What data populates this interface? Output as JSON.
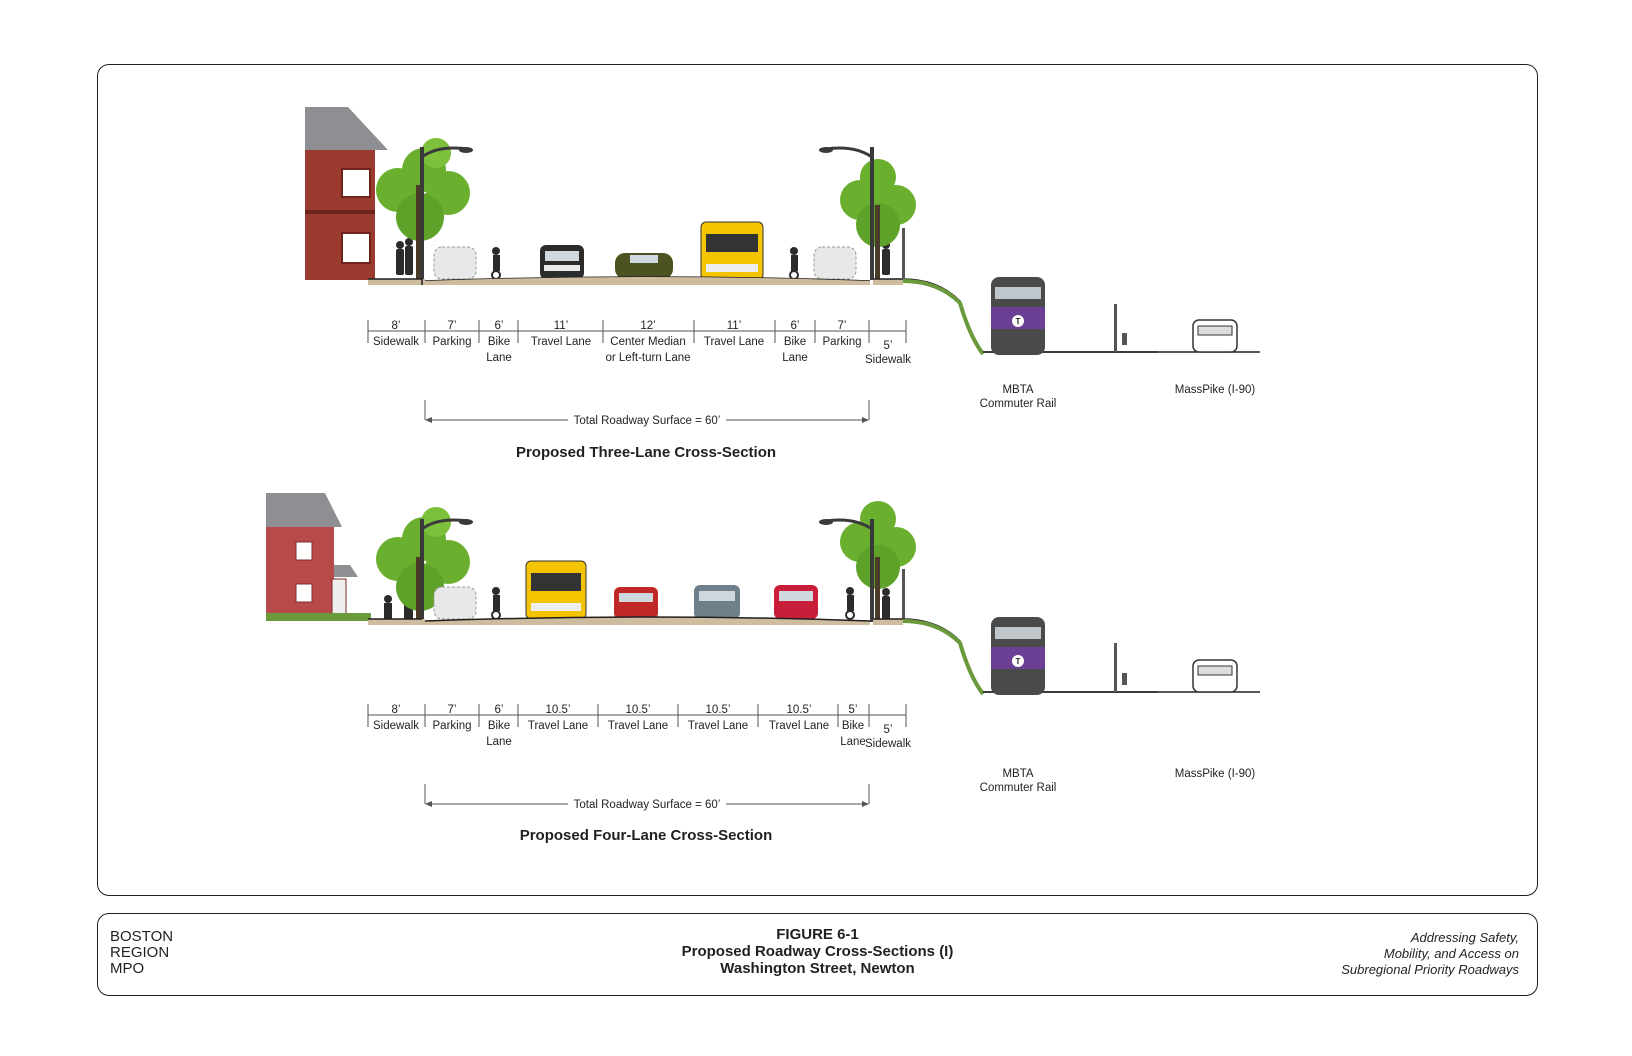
{
  "sections": [
    {
      "title": "Proposed Three-Lane Cross-Section",
      "dims": [
        {
          "size": "8’",
          "l1": "Sidewalk",
          "l2": ""
        },
        {
          "size": "7’",
          "l1": "Parking",
          "l2": ""
        },
        {
          "size": "6’",
          "l1": "Bike",
          "l2": "Lane"
        },
        {
          "size": "11’",
          "l1": "Travel Lane",
          "l2": ""
        },
        {
          "size": "12’",
          "l1": "Center Median",
          "l2": "or Left-turn Lane"
        },
        {
          "size": "11’",
          "l1": "Travel Lane",
          "l2": ""
        },
        {
          "size": "6’",
          "l1": "Bike",
          "l2": "Lane"
        },
        {
          "size": "7’",
          "l1": "Parking",
          "l2": ""
        },
        {
          "size": "5’",
          "l1": "",
          "l2": "Sidewalk"
        }
      ],
      "total": "Total Roadway Surface = 60’",
      "rail_l1": "MBTA",
      "rail_l2": "Commuter Rail",
      "pike": "MassPike (I-90)"
    },
    {
      "title": "Proposed Four-Lane Cross-Section",
      "dims": [
        {
          "size": "8’",
          "l1": "Sidewalk",
          "l2": ""
        },
        {
          "size": "7’",
          "l1": "Parking",
          "l2": ""
        },
        {
          "size": "6’",
          "l1": "Bike",
          "l2": "Lane"
        },
        {
          "size": "10.5’",
          "l1": "Travel Lane",
          "l2": ""
        },
        {
          "size": "10.5’",
          "l1": "Travel Lane",
          "l2": ""
        },
        {
          "size": "10.5’",
          "l1": "Travel Lane",
          "l2": ""
        },
        {
          "size": "10.5’",
          "l1": "Travel Lane",
          "l2": ""
        },
        {
          "size": "5’",
          "l1": "Bike",
          "l2": "Lane"
        },
        {
          "size": "5’",
          "l1": "",
          "l2": "Sidewalk"
        }
      ],
      "total": "Total Roadway Surface = 60’",
      "rail_l1": "MBTA",
      "rail_l2": "Commuter Rail",
      "pike": "MassPike (I-90)"
    }
  ],
  "footer": {
    "org": [
      "BOSTON",
      "REGION",
      "MPO"
    ],
    "figure_no": "FIGURE 6-1",
    "figure_title": "Proposed Roadway Cross-Sections (I)",
    "figure_subtitle": "Washington Street, Newton",
    "project": [
      "Addressing Safety,",
      "Mobility, and Access on",
      "Subregional Priority Roadways"
    ]
  },
  "colors": {
    "brick": "#9b3a2e",
    "tree": "#6ab02e",
    "bus": "#f5c400",
    "train_purple": "#6b3f93",
    "grass": "#6a9a3b",
    "pavement": "#cdbd9e"
  }
}
